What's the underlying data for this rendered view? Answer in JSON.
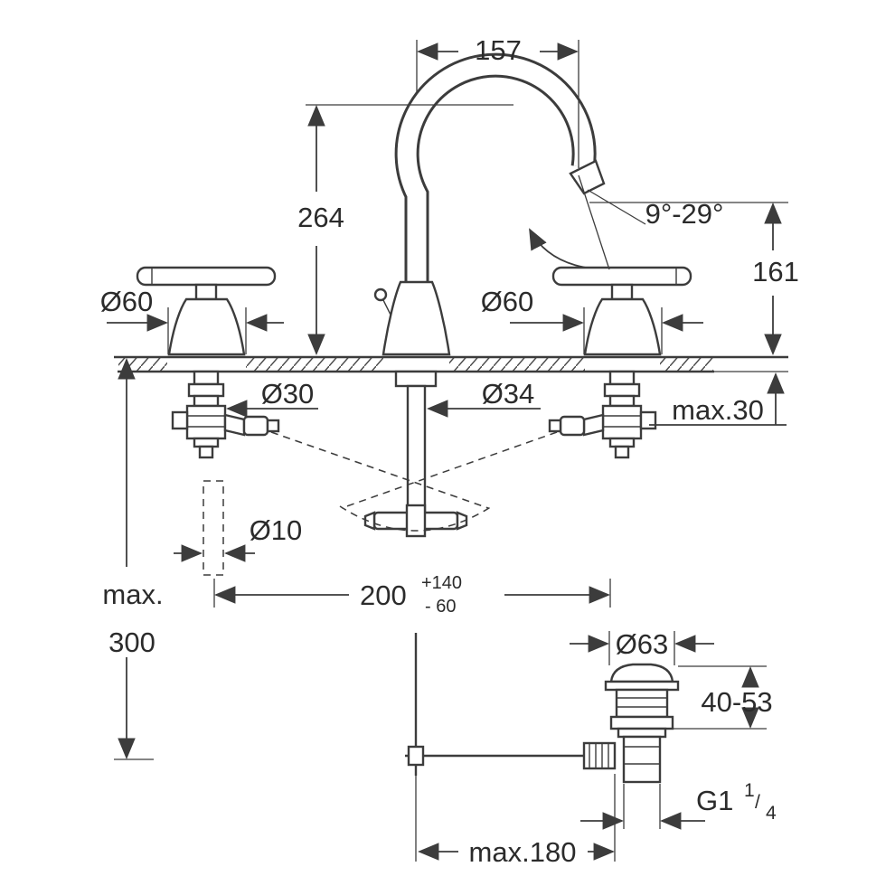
{
  "drawing": {
    "type": "faucet-installation-dimension-diagram",
    "line_color": "#3c3c3c",
    "background": "#ffffff"
  },
  "dims": {
    "spout_reach": "157",
    "spout_top_height": "264",
    "angle_range": "9°-29°",
    "outlet_height": "161",
    "handle_dia_left": "Ø60",
    "handle_dia_right": "Ø60",
    "hole_dia_left": "Ø30",
    "hole_dia_center": "Ø34",
    "deck_thickness_max": "max.30",
    "rod_dia": "Ø10",
    "spread": "200",
    "spread_tol_plus": "+140",
    "spread_tol_minus": "- 60",
    "depth_max_label": "max.",
    "depth_max_value": "300",
    "waste_flange_dia": "Ø63",
    "waste_height_range": "40-53",
    "waste_thread_base": "G1",
    "waste_thread_num": "1",
    "waste_thread_slash": "/",
    "waste_thread_den": "4",
    "rod_to_waste_max": "max.180"
  }
}
